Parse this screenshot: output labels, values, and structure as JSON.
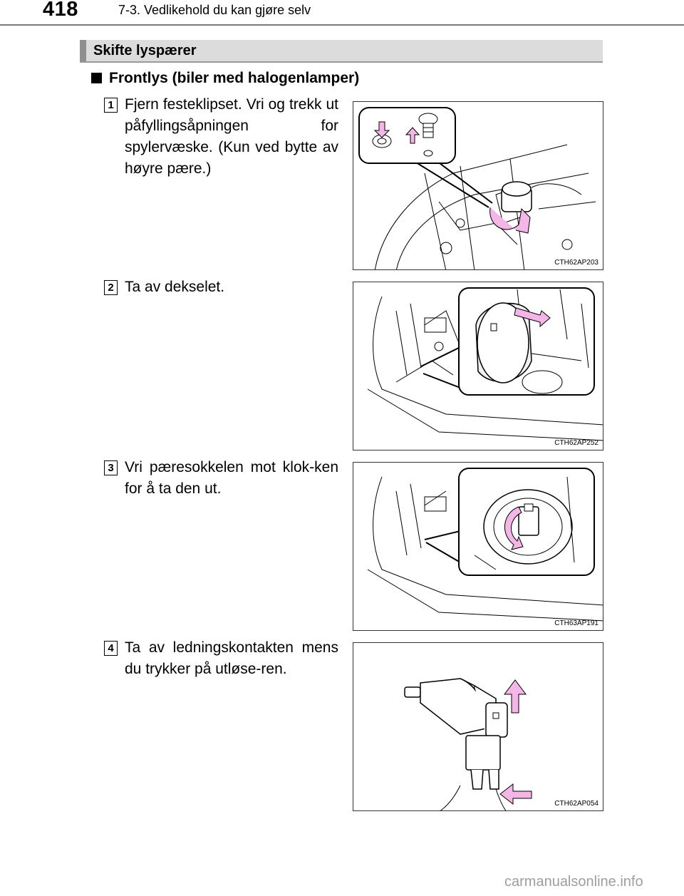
{
  "header": {
    "page_number": "418",
    "running_title": "7-3. Vedlikehold du kan gjøre selv"
  },
  "section": {
    "title": "Skifte lyspærer",
    "subheading": "Frontlys (biler med halogenlamper)"
  },
  "steps": [
    {
      "number": "1",
      "text": "Fjern festeklipset. Vri og trekk ut påfyllingsåpningen for spylervæske. (Kun ved bytte av høyre pære.)",
      "figure_code": "CTH62AP203"
    },
    {
      "number": "2",
      "text": "Ta av dekselet.",
      "figure_code": "CTH62AP252"
    },
    {
      "number": "3",
      "text": "Vri pæresokkelen mot klok-ken for å ta den ut.",
      "figure_code": "CTH63AP191"
    },
    {
      "number": "4",
      "text": "Ta av ledningskontakten mens du trykker på utløse-ren.",
      "figure_code": "CTH62AP054"
    }
  ],
  "colors": {
    "arrow_fill": "#f4b6e6",
    "bar": "#dcdcdc",
    "bar_accent": "#8f8f8f"
  },
  "footer": {
    "watermark": "carmanualsonline.info"
  }
}
